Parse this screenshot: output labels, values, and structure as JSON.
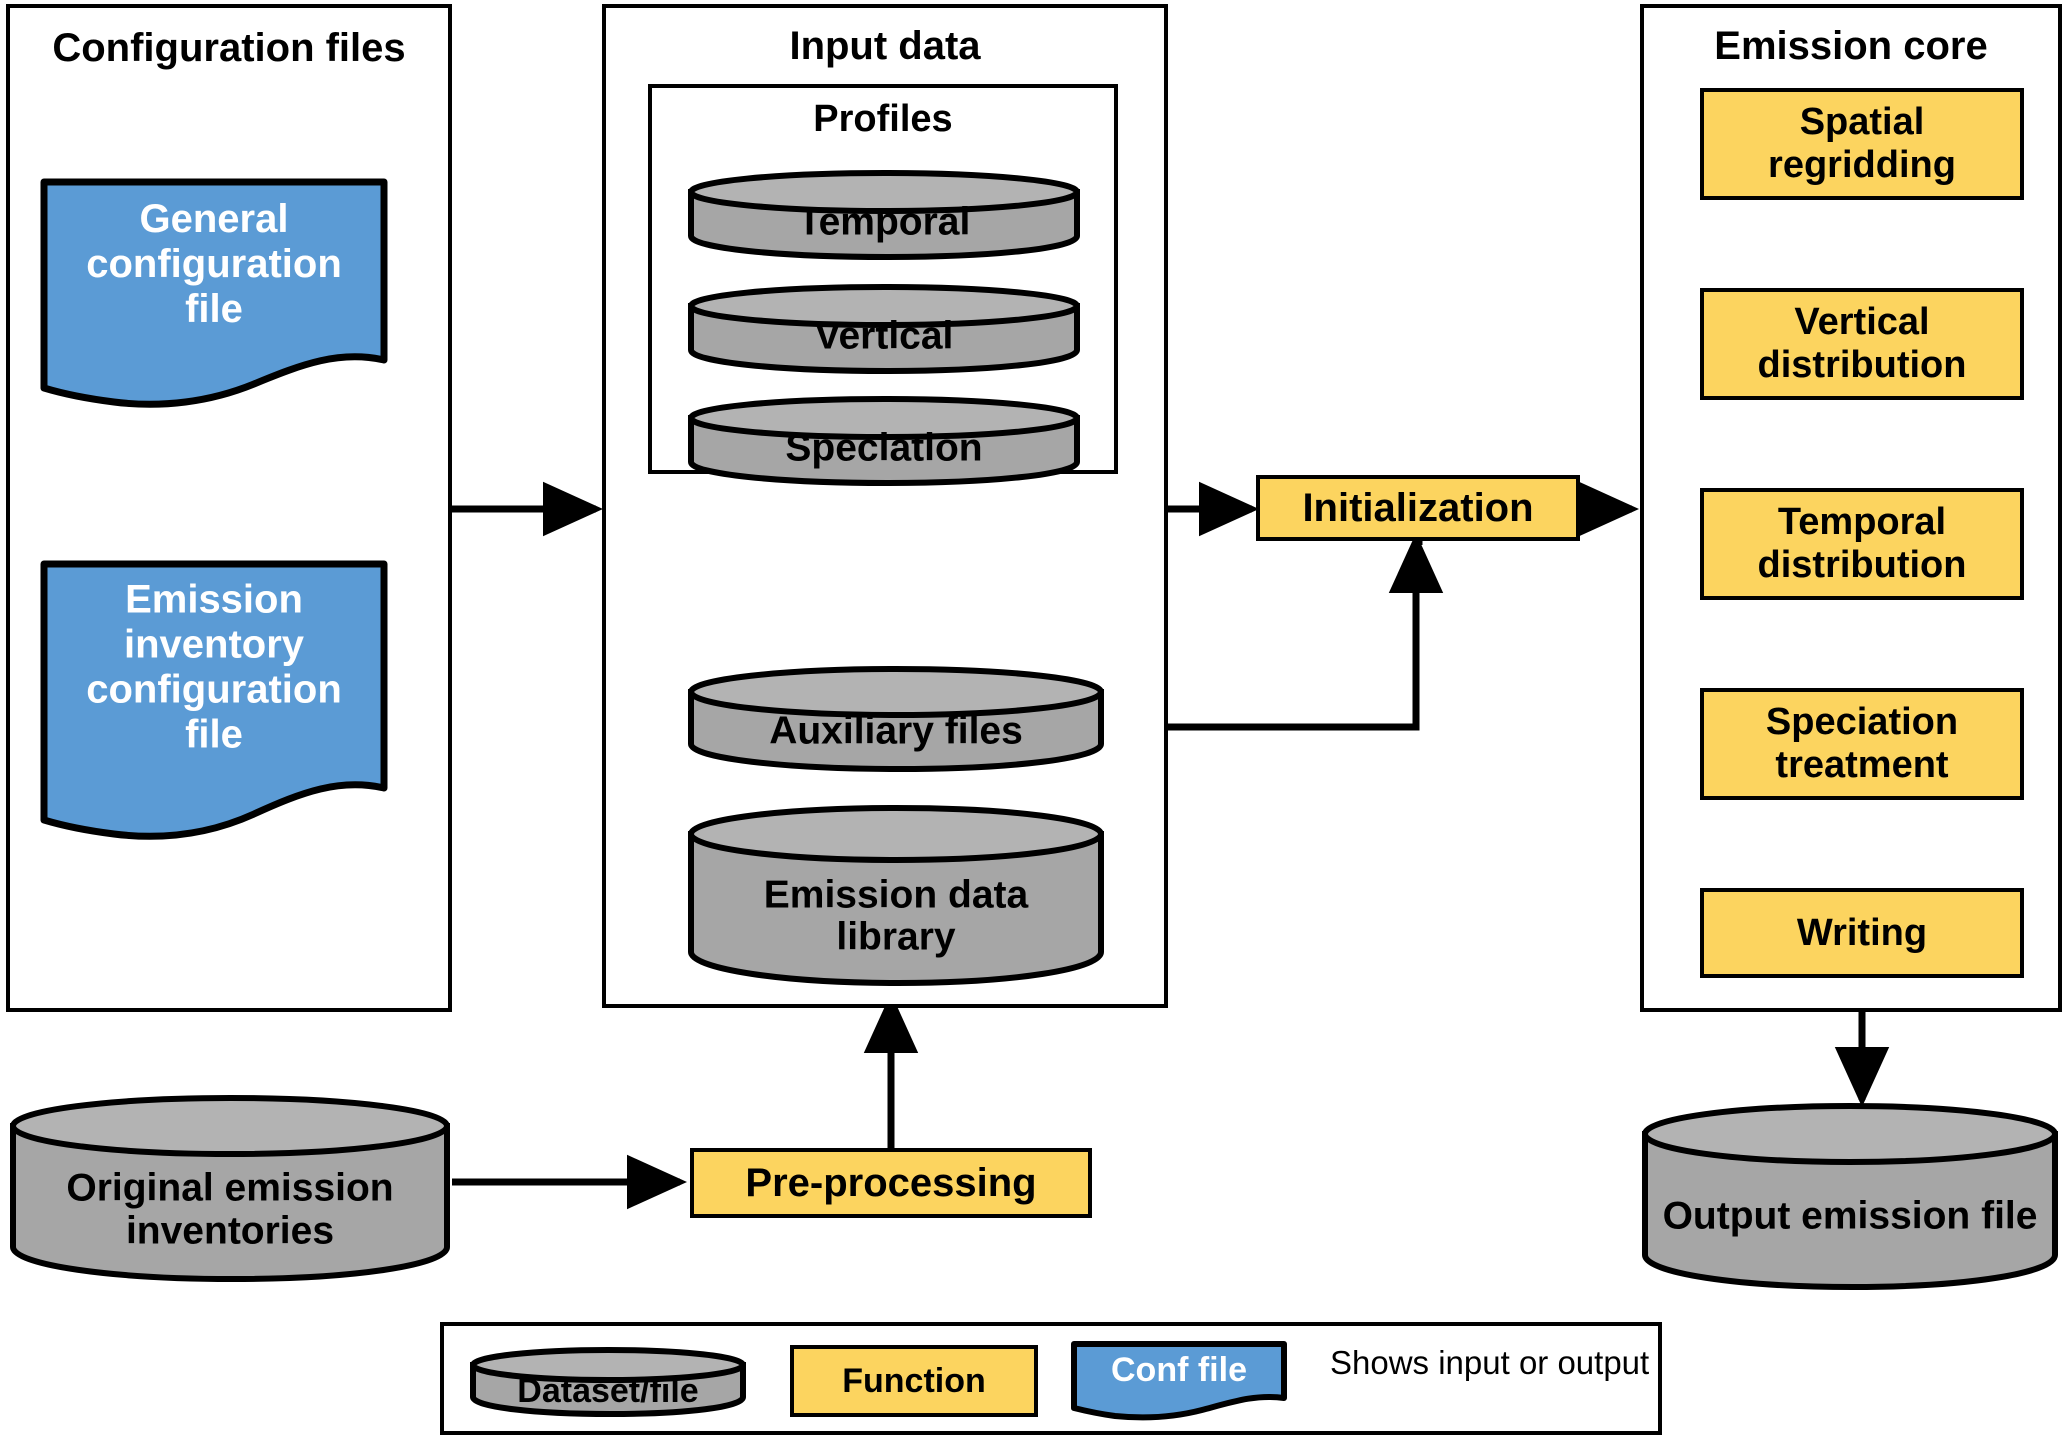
{
  "diagram": {
    "title": "Emission preprocessing system flow diagram",
    "colors": {
      "function_yellow": "#FCD45F",
      "conf_blue": "#5B9BD5",
      "dataset_gray": "#A6A6A6",
      "outline_black": "#000000",
      "background_white": "#FFFFFF"
    }
  },
  "panels": {
    "configuration_files": {
      "title": "Configuration files"
    },
    "input_data": {
      "title": "Input data"
    },
    "profiles": {
      "title": "Profiles"
    },
    "emission_core": {
      "title": "Emission core"
    }
  },
  "conf_files": [
    {
      "label": "General configuration file"
    },
    {
      "label": "Emission inventory configuration file"
    }
  ],
  "profiles": [
    {
      "label": "Temporal"
    },
    {
      "label": "Vertical"
    },
    {
      "label": "Speciation"
    }
  ],
  "input_datasets": [
    {
      "label": "Auxiliary files"
    },
    {
      "label": "Emission data library"
    }
  ],
  "core_steps": [
    {
      "label": "Spatial regridding"
    },
    {
      "label": "Vertical distribution"
    },
    {
      "label": "Temporal distribution"
    },
    {
      "label": "Speciation treatment"
    },
    {
      "label": "Writing"
    }
  ],
  "functions": {
    "initialization": {
      "label": "Initialization"
    },
    "preprocessing": {
      "label": "Pre-processing"
    }
  },
  "datasets": {
    "original_inventories": {
      "label": "Original emission inventories"
    },
    "output_file": {
      "label": "Output emission file"
    }
  },
  "legend": {
    "dataset": {
      "label": "Dataset/file"
    },
    "function": {
      "label": "Function"
    },
    "conf_file": {
      "label": "Conf file"
    },
    "arrow": {
      "label": "Shows input or output"
    }
  }
}
